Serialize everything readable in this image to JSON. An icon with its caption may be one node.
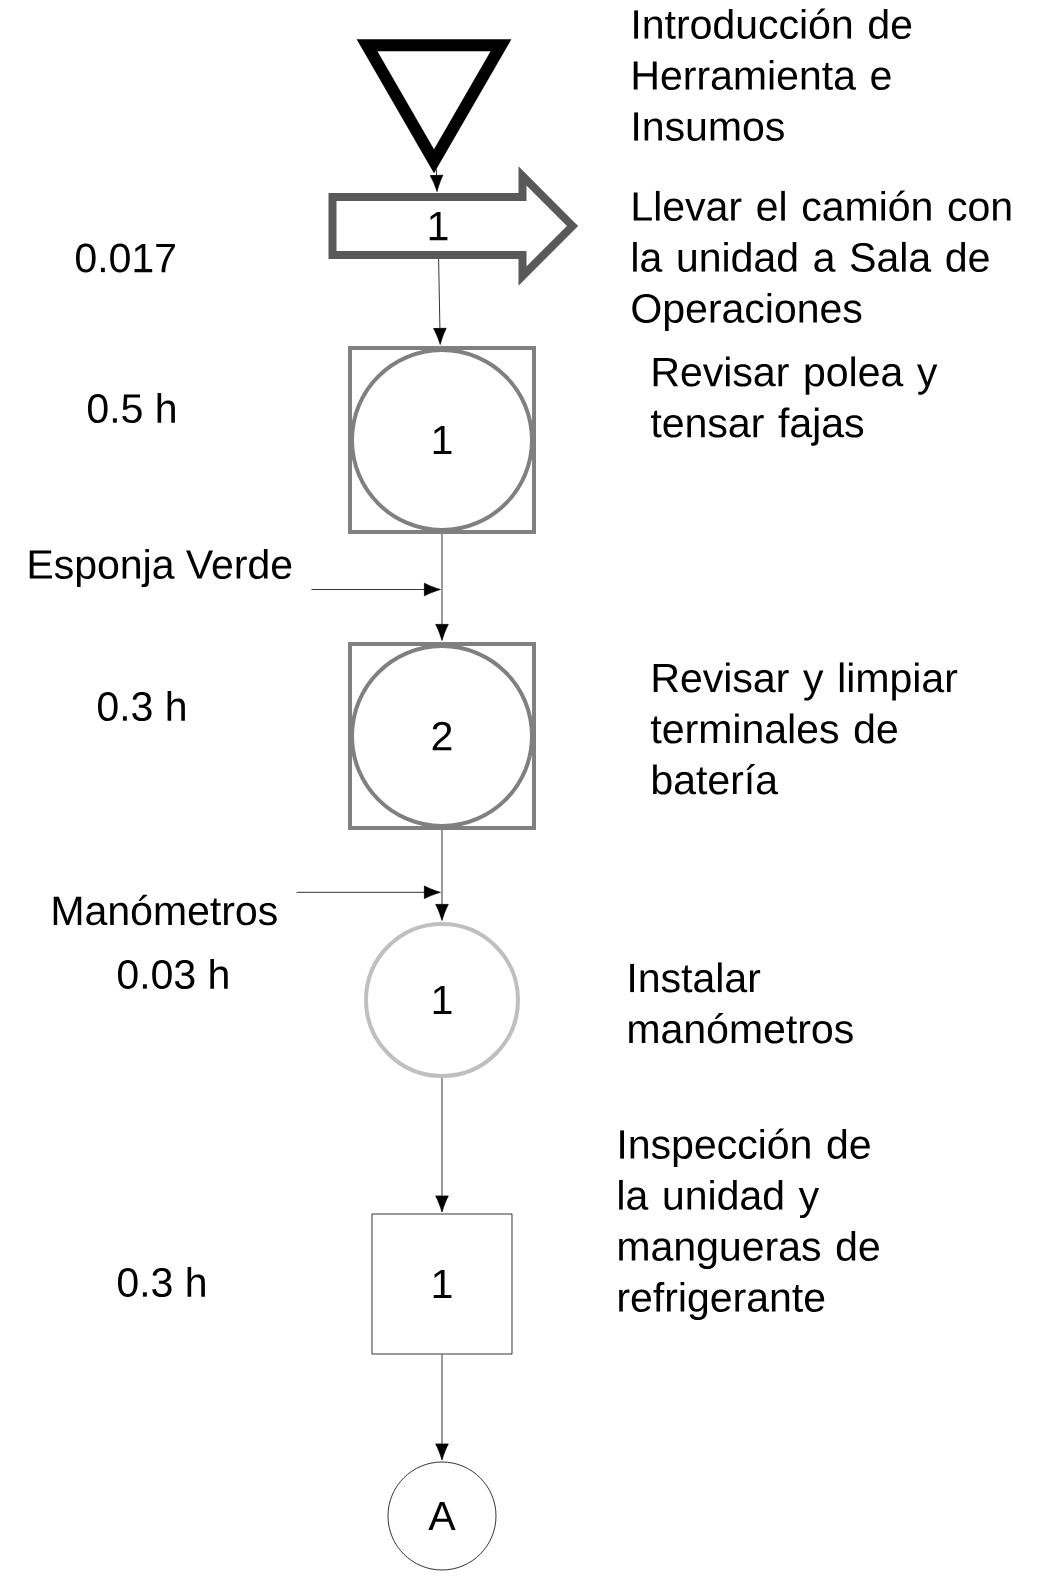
{
  "diagram": {
    "nodes": [
      {
        "text": [],
        "shape": "triangle"
      },
      {
        "text": [
          "1"
        ],
        "beside": [
          "Llevar el camión con la unidad a Sala de Operaciones"
        ]
      },
      {
        "text": [
          "1"
        ],
        "beside": [
          "Revisar polea y tensar fajas"
        ]
      },
      {
        "text": [
          "Esponja Verde"
        ]
      },
      {
        "text": [
          "2"
        ],
        "beside": [
          "Revisar y limpiar terminales de batería"
        ]
      },
      {
        "text": [
          "Manómetros"
        ]
      },
      {
        "text": [
          "1"
        ],
        "beside": [
          "Instalar manómetros"
        ]
      },
      {
        "text": [
          "1"
        ],
        "beside": [
          "Inspección de la unidad y mangueras de refrigerante"
        ]
      },
      {
        "text": [
          "A"
        ]
      }
    ],
    "edges": [
      {
        "from": 0,
        "to": 1,
        "arrow": "to"
      },
      {
        "from": 1,
        "to": 2,
        "arrow": "to"
      },
      {
        "from": 2,
        "to": 4,
        "arrow": "to"
      },
      {
        "from": 3,
        "to": null,
        "arrow": "to"
      },
      {
        "from": 4,
        "to": 6,
        "arrow": "to"
      },
      {
        "from": 5,
        "to": null,
        "arrow": "to"
      },
      {
        "from": 6,
        "to": 7,
        "arrow": "to"
      },
      {
        "from": 7,
        "to": 8,
        "arrow": "to"
      }
    ],
    "labels": [
      "Introducción de Herramienta e Insumos",
      "0.017",
      "0.5 h",
      "0.3 h",
      "0.03 h",
      "0.3 h"
    ]
  }
}
